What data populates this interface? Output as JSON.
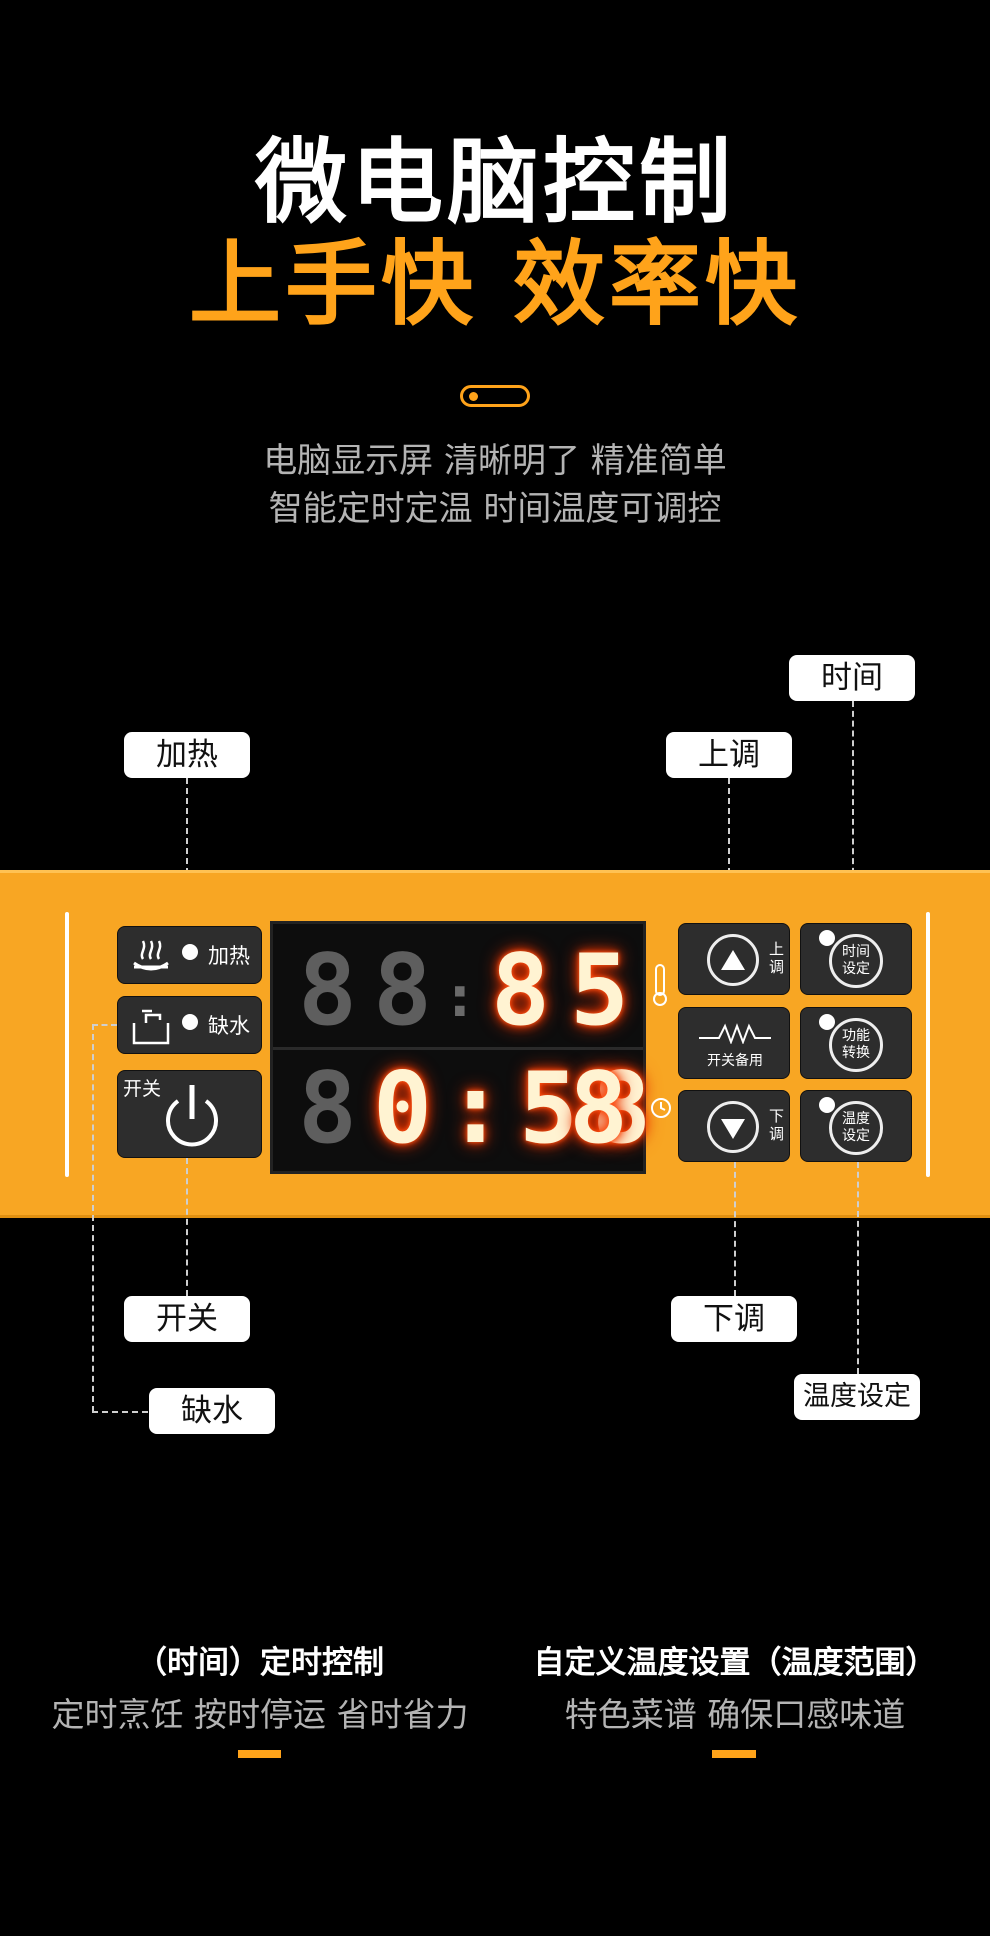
{
  "header": {
    "title_line1": "微电脑控制",
    "title_line2": "上手快 效率快",
    "subtitle_line1": "电脑显示屏  清晰明了 精准简单",
    "subtitle_line2": "智能定时定温 时间温度可调控"
  },
  "callouts": {
    "heat": "加热",
    "up": "上调",
    "time": "时间",
    "power": "开关",
    "down": "下调",
    "water": "缺水",
    "temp_set": "温度设定"
  },
  "panel": {
    "heat_label": "加热",
    "water_label": "缺水",
    "power_label": "开关",
    "up_label_a": "上",
    "up_label_b": "调",
    "down_label_a": "下",
    "down_label_b": "调",
    "backup_label": "开关备用",
    "time_set_a": "时间",
    "time_set_b": "设定",
    "func_a": "功能",
    "func_b": "转换",
    "temp_set_a": "温度",
    "temp_set_b": "设定",
    "display_top_lit": "85",
    "display_bottom_lit": "0:58"
  },
  "features": [
    {
      "heading": "（时间）定时控制",
      "text": "定时烹饪 按时停运 省时省力"
    },
    {
      "heading": "自定义温度设置（温度范围）",
      "text": "特色菜谱 确保口感味道"
    }
  ],
  "colors": {
    "accent": "#ffa31a",
    "panel": "#f8a623",
    "background": "#000000"
  }
}
